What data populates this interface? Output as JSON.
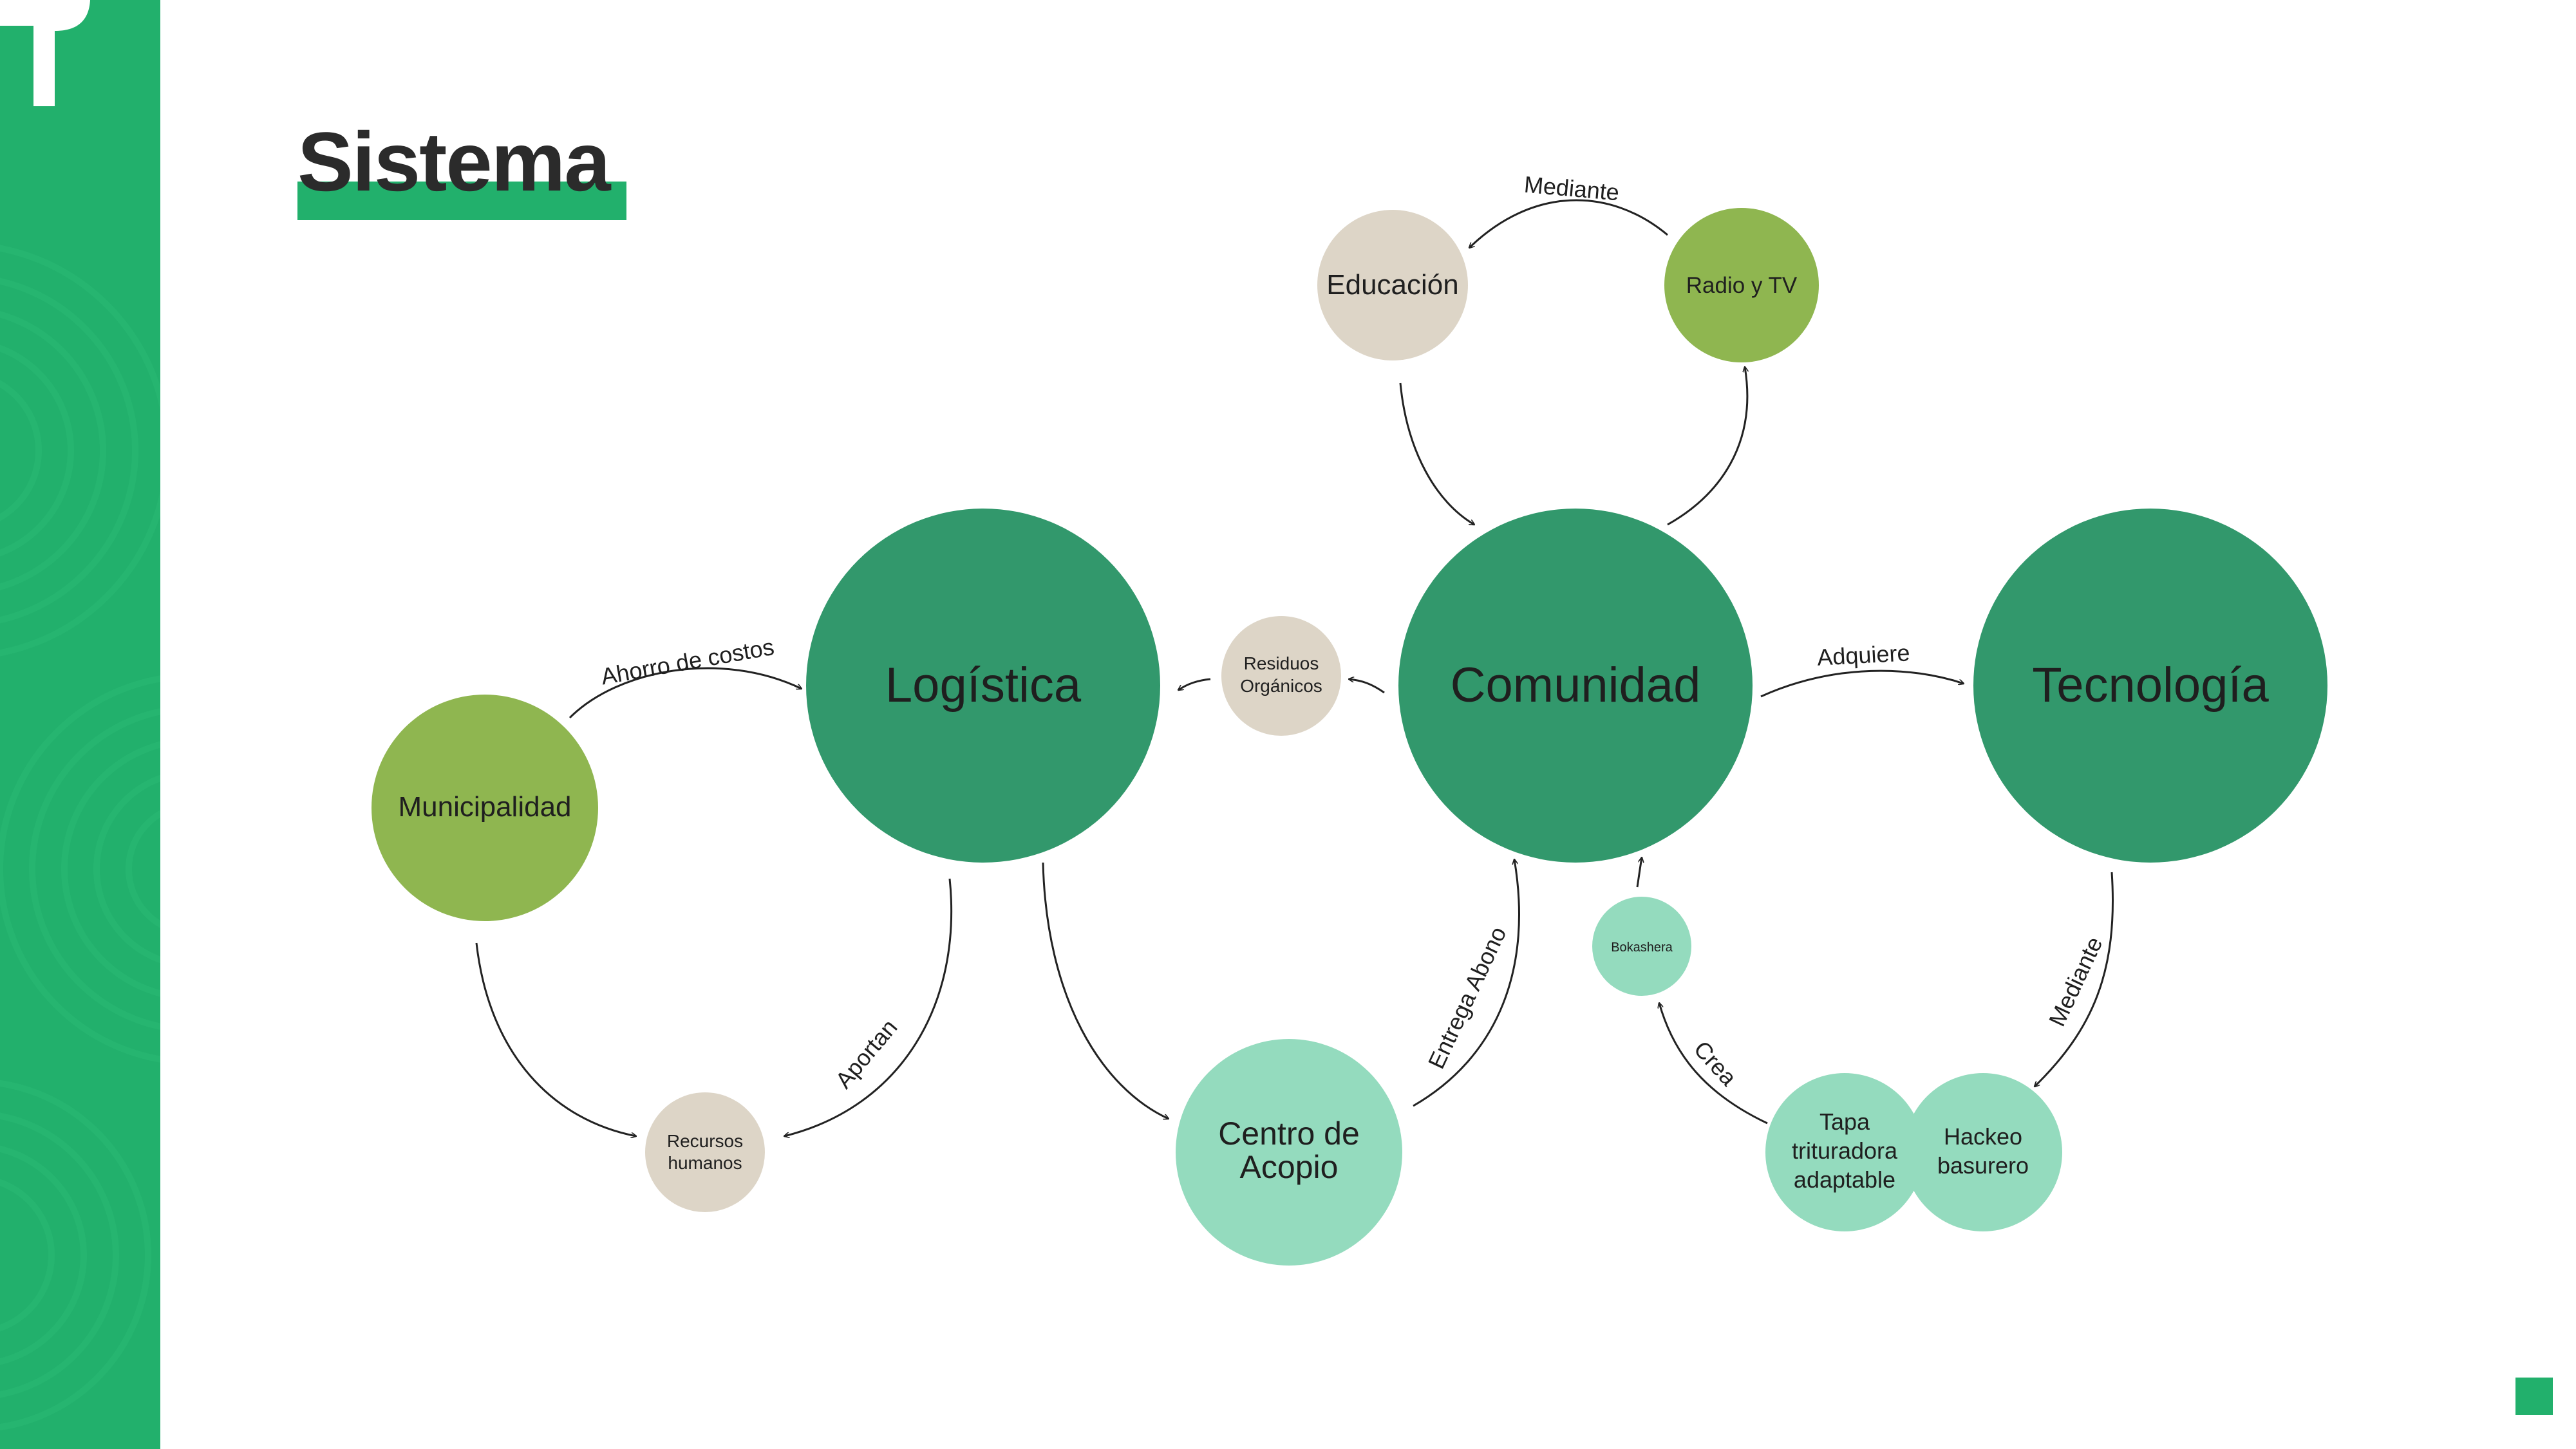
{
  "title": "Sistema",
  "colors": {
    "brand_green": "#22b06c",
    "dark_green": "#32986c",
    "olive": "#8fb650",
    "beige": "#ddd5c7",
    "mint": "#94dbbe"
  },
  "nodes": {
    "logistica": "Logística",
    "comunidad": "Comunidad",
    "tecnologia": "Tecnología",
    "municipalidad": "Municipalidad",
    "educacion": "Educación",
    "radio_tv": "Radio y TV",
    "residuos_1": "Residuos",
    "residuos_2": "Orgánicos",
    "recursos_1": "Recursos",
    "recursos_2": "humanos",
    "centro_1": "Centro de",
    "centro_2": "Acopio",
    "bokashera": "Bokashera",
    "tapa_1": "Tapa",
    "tapa_2": "trituradora",
    "tapa_3": "adaptable",
    "hackeo_1": "Hackeo",
    "hackeo_2": "basurero"
  },
  "edges": {
    "mediante_top": "Mediante",
    "ahorro": "Ahorro de costos",
    "adquiere": "Adquiere",
    "aportan": "Aportan",
    "entrega_abono": "Entrega Abono",
    "crea": "Crea",
    "mediante_right": "Mediante"
  }
}
